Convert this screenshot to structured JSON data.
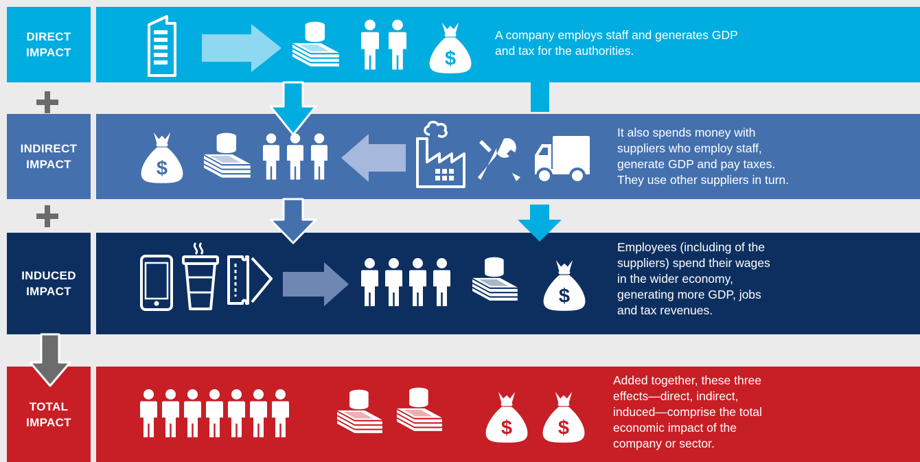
{
  "rows": [
    {
      "label_lines": [
        "DIRECT",
        "IMPACT"
      ],
      "description_lines": [
        "A company employs staff and generates GDP",
        "and tax for the authorities."
      ]
    },
    {
      "label_lines": [
        "INDIRECT",
        "IMPACT"
      ],
      "description_lines": [
        "It also spends money with",
        "suppliers who employ staff,",
        "generate GDP and pay taxes.",
        "They use other suppliers in turn."
      ]
    },
    {
      "label_lines": [
        "INDUCED",
        "IMPACT"
      ],
      "description_lines": [
        "Employees (including of the",
        "suppliers) spend their wages",
        "in the wider economy,",
        "generating more GDP, jobs",
        "and tax revenues."
      ]
    },
    {
      "label_lines": [
        "TOTAL",
        "IMPACT"
      ],
      "description_lines": [
        "Added together, these three",
        "effects—direct, indirect,",
        "induced—comprise the total",
        "economic impact of the",
        "company or sector."
      ]
    }
  ],
  "icons": {
    "money_bag_symbol": "$"
  },
  "colors": {
    "direct": "#00ade0",
    "indirect": "#4470ad",
    "induced": "#0d2f5f",
    "total": "#c81e26",
    "plus": "#6b6b6b",
    "down_arrow": "#6c6c6c"
  }
}
